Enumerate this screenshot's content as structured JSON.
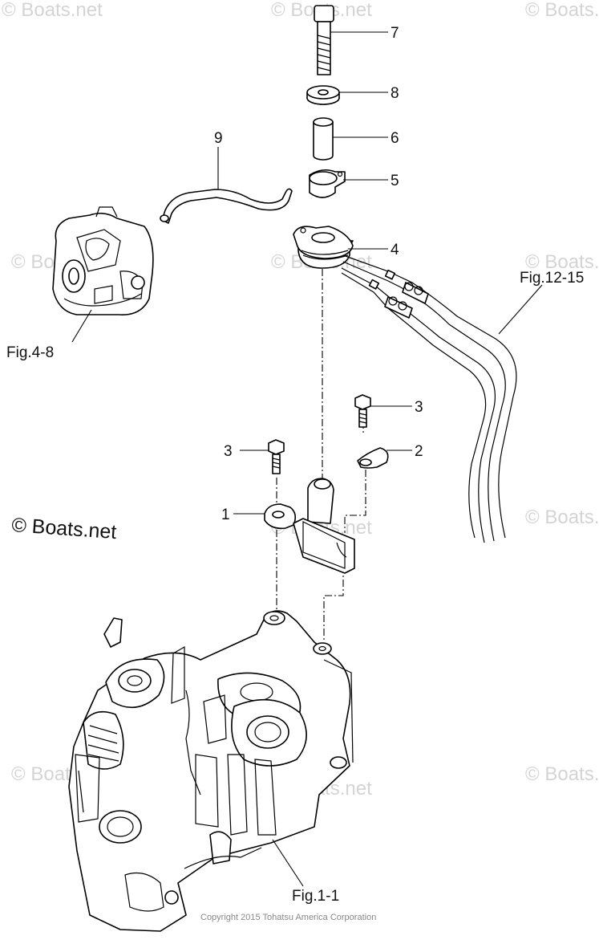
{
  "callouts": {
    "c1": "1",
    "c2": "2",
    "c3a": "3",
    "c3b": "3",
    "c4": "4",
    "c5": "5",
    "c6": "6",
    "c7": "7",
    "c8": "8",
    "c9": "9"
  },
  "figure_refs": {
    "fig_4_8": "Fig.4-8",
    "fig_12_15": "Fig.12-15",
    "fig_1_1": "Fig.1-1"
  },
  "watermark": {
    "main": "© Boats.net",
    "tile": "© Boats.net"
  },
  "copyright": "Copyright 2015 Tohatsu America Corporation"
}
